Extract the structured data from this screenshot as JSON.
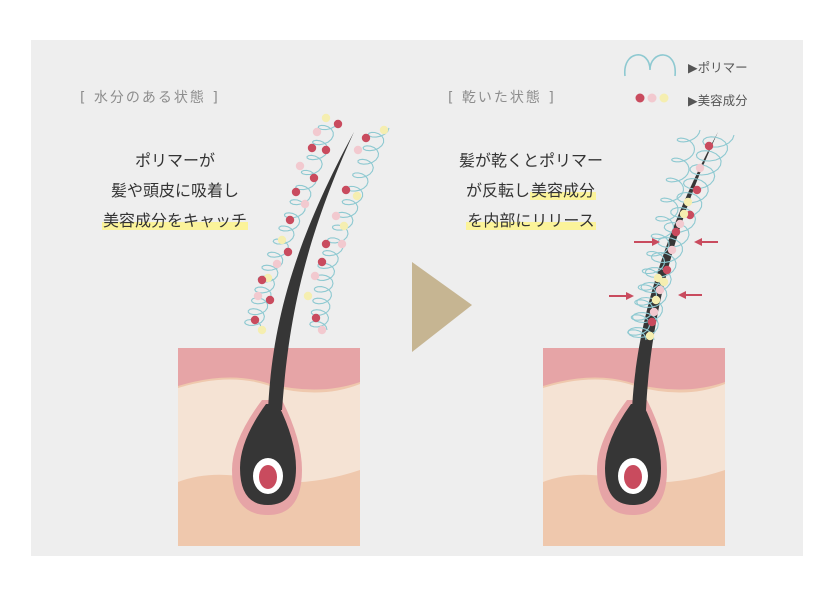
{
  "left": {
    "state_label": "[ 水分のある状態 ]",
    "desc_line1": "ポリマーが",
    "desc_line2": "髪や頭皮に吸着し",
    "desc_line3": "美容成分をキャッチ"
  },
  "right": {
    "state_label": "[ 乾いた状態 ]",
    "desc_line1": "髪が乾くとポリマー",
    "desc_line2_plain": "が反転し",
    "desc_line2_highlight": "美容成分",
    "desc_line3": "を内部にリリース"
  },
  "legend": {
    "polymer_label": "▶ポリマー",
    "ingredient_label": "▶美容成分"
  },
  "colors": {
    "panel_bg": "#eeeeee",
    "polymer": "#8ec9d1",
    "ingredient_red": "#c94b5e",
    "ingredient_pink": "#f2c9cf",
    "ingredient_yellow": "#f5eeb0",
    "hair": "#363636",
    "skin_top": "#e6a4a6",
    "skin_mid": "#f5e3d4",
    "skin_bottom": "#efc8ad",
    "arrow_play": "#c6b592",
    "highlight": "#fbf39a"
  }
}
